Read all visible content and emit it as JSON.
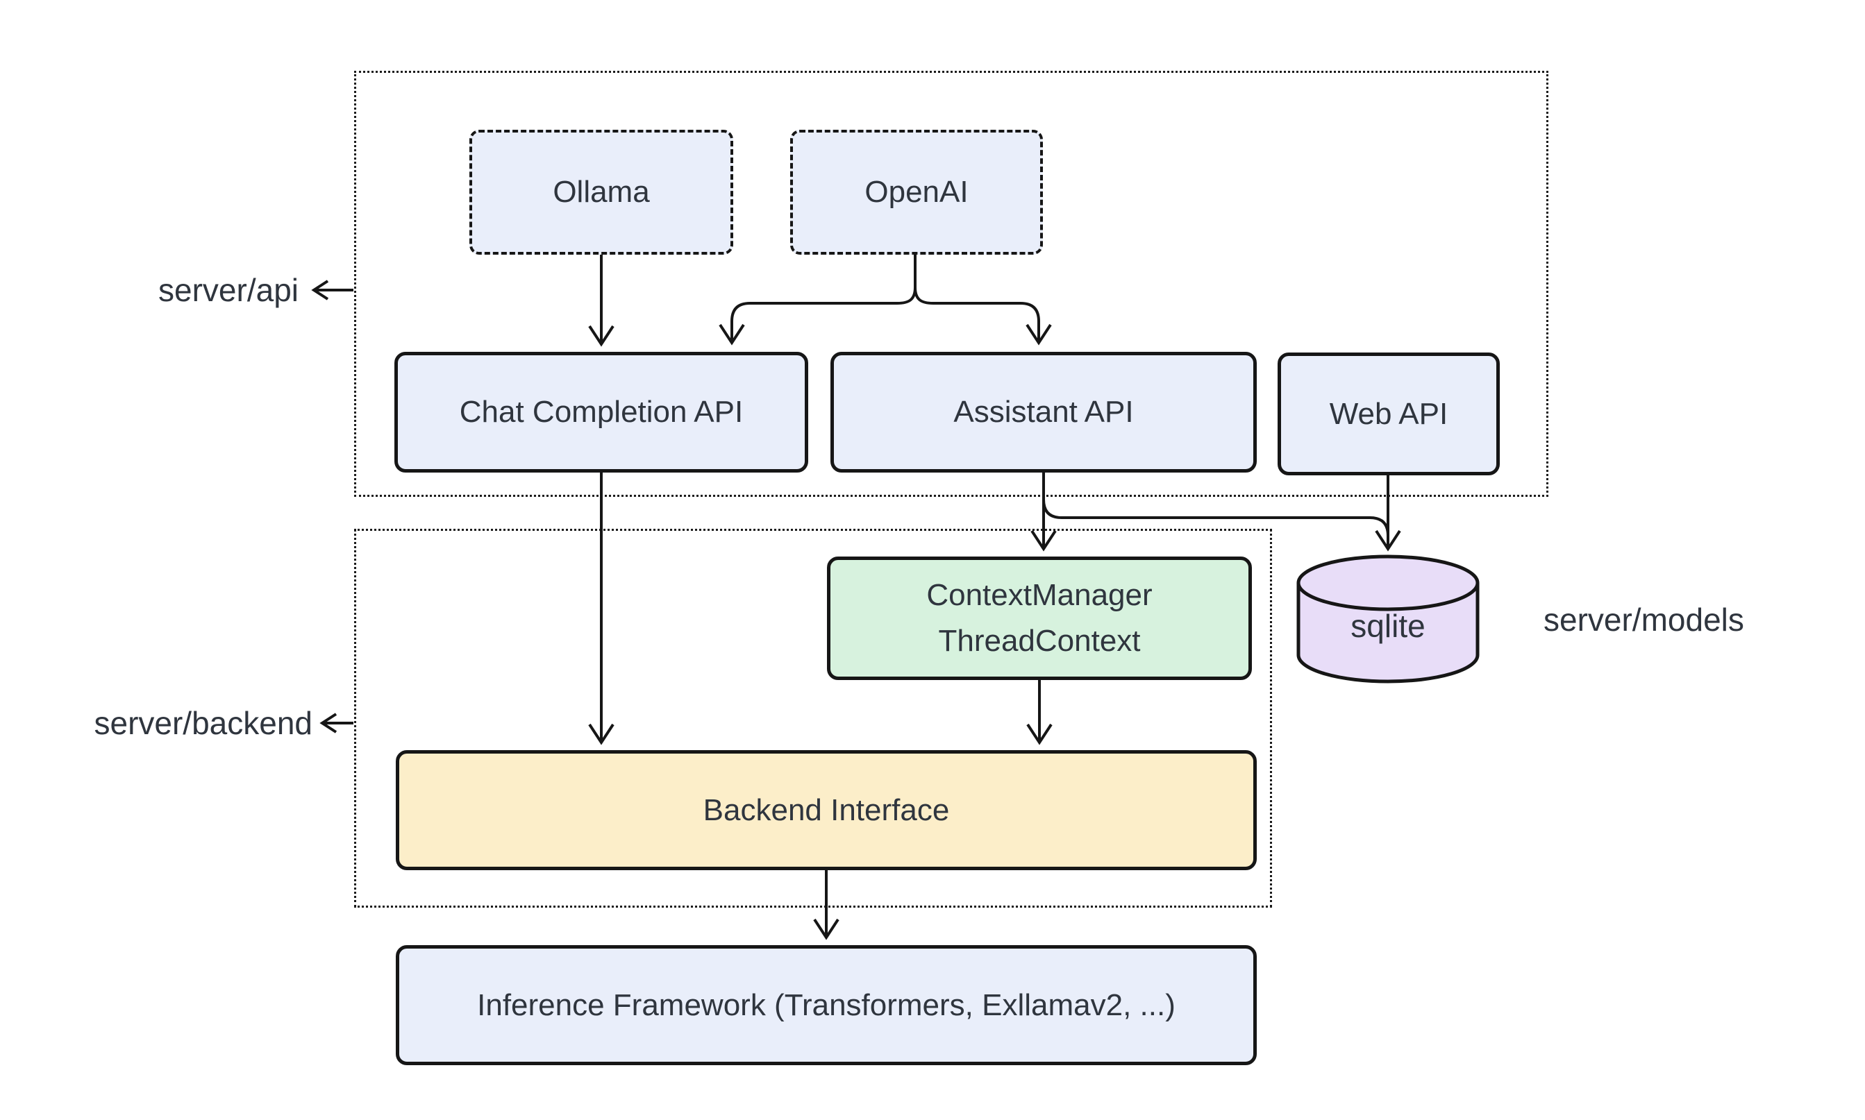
{
  "diagram": {
    "group_labels": {
      "api": "server/api",
      "backend": "server/backend",
      "models": "server/models"
    },
    "nodes": {
      "ollama": "Ollama",
      "openai": "OpenAI",
      "chat_completion_api": "Chat Completion API",
      "assistant_api": "Assistant API",
      "web_api": "Web API",
      "context_manager_line1": "ContextManager",
      "context_manager_line2": "ThreadContext",
      "sqlite": "sqlite",
      "backend_interface": "Backend Interface",
      "inference_framework": "Inference Framework (Transformers, Exllamav2, ...)"
    },
    "colors": {
      "node_blue": "#e9eefa",
      "node_green": "#d7f2de",
      "node_yellow": "#fceec9",
      "node_purple": "#e8ddf8",
      "border": "#161616",
      "text": "#2f353e",
      "background": "#ffffff"
    }
  }
}
